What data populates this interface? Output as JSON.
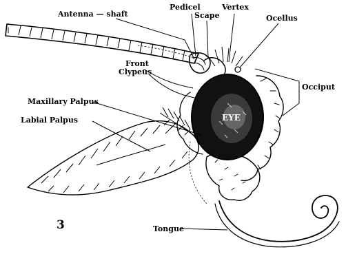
{
  "figure_number": "3",
  "labels": {
    "antenna_shaft": "Antenna — shaft",
    "pedicel": "Pedicel",
    "scape": "Scape",
    "vertex": "Vertex",
    "ocellus": "Ocellus",
    "front": "Front",
    "clypeus": "Clypeus",
    "occiput": "Occiput",
    "maxillary_palpus": "Maxillary Palpus",
    "labial_palpus": "Labial Palpus",
    "eye": "EYE",
    "tongue": "Tongue"
  }
}
